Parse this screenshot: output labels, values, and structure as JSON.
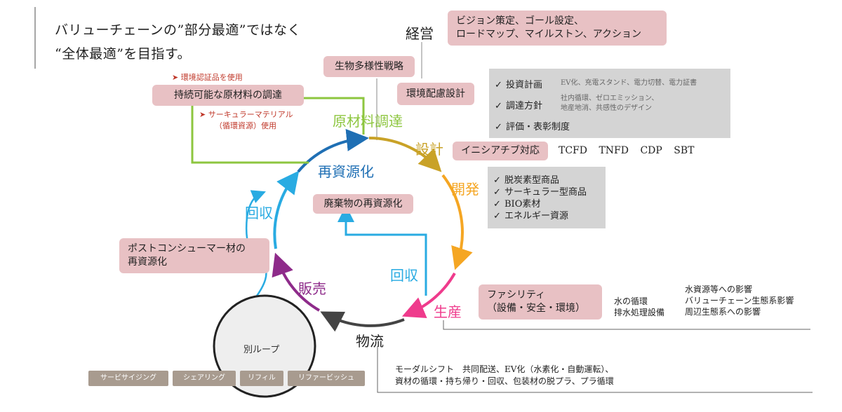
{
  "title": {
    "line1": "バリューチェーンの”部分最適”ではなく",
    "line2": "“全体最適”を目指す。"
  },
  "management": {
    "label": "経営",
    "box_line1": "ビジョン策定、ゴール設定、",
    "box_line2": "ロードマップ、マイルストン、アクション"
  },
  "boxes": {
    "biodiversity": "生物多様性戦略",
    "eco_design": "環境配慮設計",
    "sustainable_materials": "持続可能な原材料の調達",
    "waste_recycling": "廃棄物の再資源化",
    "post_consumer_line1": "ポストコンシューマー材の",
    "post_consumer_line2": "再資源化",
    "initiative": "イニシアチブ対応",
    "facility_line1": "ファシリティ",
    "facility_line2": "（設備・安全・環境）"
  },
  "notes": {
    "certified": "環境認証品を使用",
    "circular_line1": "サーキュラーマテリアル",
    "circular_line2": "（循環資源）使用"
  },
  "policy_panel": {
    "items": [
      {
        "label": "投資計画",
        "detail_line1": "EV化、充電スタンド、電力切替、電力証書",
        "detail_line2": ""
      },
      {
        "label": "調達方針",
        "detail_line1": "社内循環、ゼロエミッション、",
        "detail_line2": "地産地消、共感性のデザイン"
      },
      {
        "label": "評価・表彰制度",
        "detail_line1": "",
        "detail_line2": ""
      }
    ]
  },
  "initiatives": [
    "TCFD",
    "TNFD",
    "CDP",
    "SBT"
  ],
  "product_panel": {
    "items": [
      "脱炭素型商品",
      "サーキュラー型商品",
      "BIO素材",
      "エネルギー資源"
    ]
  },
  "stages": {
    "raw_materials": "原材料調達",
    "design": "設計",
    "development": "開発",
    "production": "生産",
    "logistics": "物流",
    "sales": "販売",
    "recycling": "再資源化",
    "collection_left": "回収",
    "collection_inner": "回収"
  },
  "water": {
    "col1_line1": "水の循環",
    "col1_line2": "排水処理設備",
    "col2_line1": "水資源等への影響",
    "col2_line2": "バリューチェーン生態系影響",
    "col2_line3": "周辺生態系への影響"
  },
  "logistics_detail": {
    "line1": "モーダルシフト　共同配送、EV化（水素化・自動運転）、",
    "line2": "資材の循環・持ち帰り・回収、包装材の脱プラ、プラ循環"
  },
  "loop": {
    "label": "別ループ",
    "tags": [
      "サービサイジング",
      "シェアリング",
      "リフィル",
      "リファービッシュ"
    ]
  },
  "colors": {
    "pink_box": "#e8c1c4",
    "gray_panel": "#d4d4d4",
    "raw_green": "#8dc63f",
    "design_gold": "#c9a227",
    "dev_orange": "#f5a623",
    "prod_pink": "#ef3b8c",
    "logistics_dark": "#444444",
    "sales_purple": "#8e2b8a",
    "collect_cyan": "#29abe2",
    "recycle_blue": "#1f6fb4",
    "tag_brown": "#a89b8f",
    "note_red": "#c0392b"
  }
}
